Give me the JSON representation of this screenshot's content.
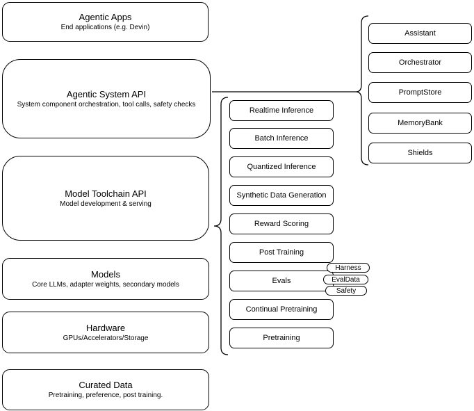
{
  "diagram": {
    "left_stack": [
      {
        "title": "Agentic Apps",
        "subtitle": "End applications (e.g. Devin)"
      },
      {
        "title": "Agentic System API",
        "subtitle": "System component orchestration, tool calls, safety checks"
      },
      {
        "title": "Model Toolchain API",
        "subtitle": "Model development & serving"
      },
      {
        "title": "Models",
        "subtitle": "Core LLMs, adapter weights, secondary models"
      },
      {
        "title": "Hardware",
        "subtitle": "GPUs/Accelerators/Storage"
      },
      {
        "title": "Curated Data",
        "subtitle": "Pretraining, preference, post training."
      }
    ],
    "toolchain_items": [
      "Realtime Inference",
      "Batch Inference",
      "Quantized Inference",
      "Synthetic Data Generation",
      "Reward Scoring",
      "Post Training",
      "Evals",
      "Continual Pretraining",
      "Pretraining"
    ],
    "eval_tags": [
      "Harness",
      "EvalData",
      "Safety"
    ],
    "system_components": [
      "Assistant",
      "Orchestrator",
      "PromptStore",
      "MemoryBank",
      "Shields"
    ],
    "colors": {
      "stroke": "#000000",
      "fill": "#ffffff"
    }
  }
}
